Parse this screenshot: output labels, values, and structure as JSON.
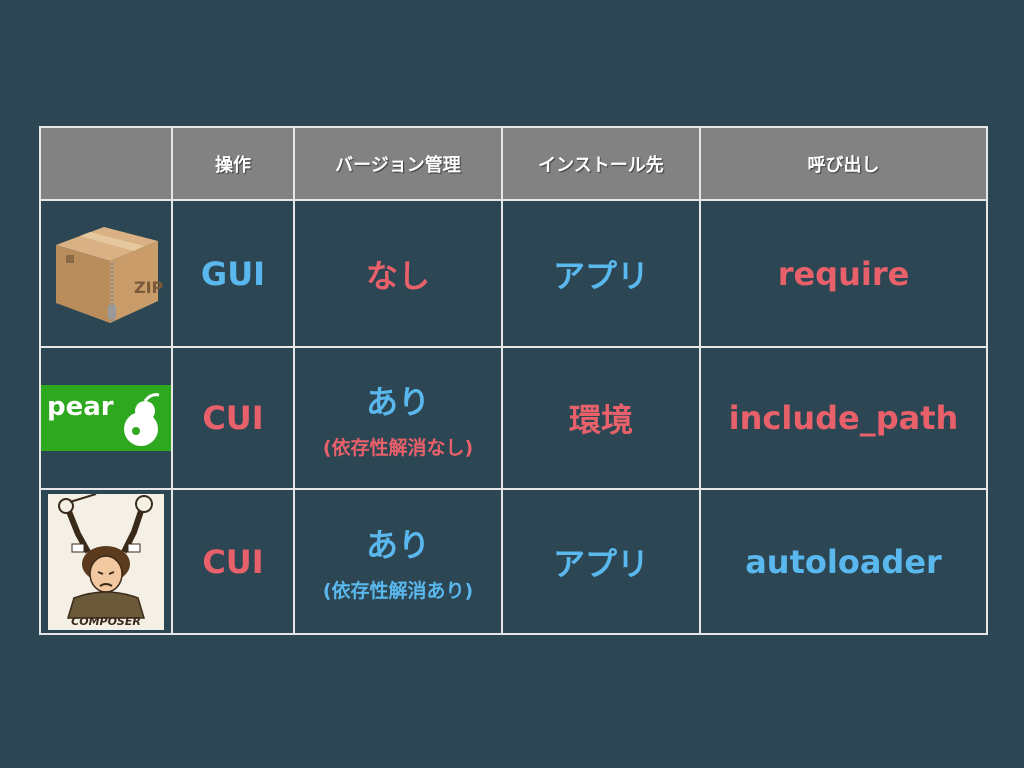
{
  "colors": {
    "background": "#2c4753",
    "header": "#828282",
    "grid": "#e6e6e6",
    "blue": "#5ab8ee",
    "red": "#e8606a"
  },
  "header": {
    "col0": "",
    "col1": "操作",
    "col2": "バージョン管理",
    "col3": "インストール先",
    "col4": "呼び出し"
  },
  "rows": [
    {
      "logo_icon": "zip-box-icon",
      "logo_text": "ZIP",
      "operation": "GUI",
      "version": "なし",
      "install": "アプリ",
      "call": "require"
    },
    {
      "logo_icon": "pear-logo-icon",
      "logo_text": "pear",
      "operation": "CUI",
      "version": "あり",
      "version_note": "(依存性解消なし)",
      "install": "環境",
      "call": "include_path"
    },
    {
      "logo_icon": "composer-logo-icon",
      "logo_text": "COMPOSER",
      "operation": "CUI",
      "version": "あり",
      "version_note": "(依存性解消あり)",
      "install": "アプリ",
      "call": "autoloader"
    }
  ]
}
